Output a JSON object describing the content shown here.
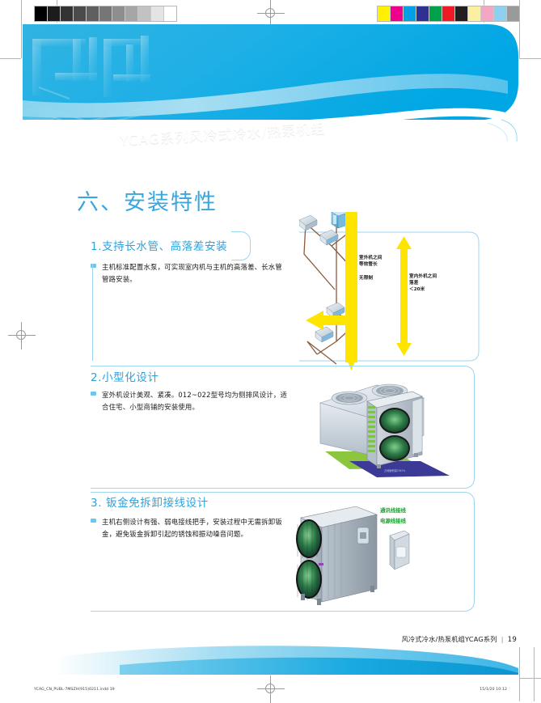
{
  "document": {
    "banner_title": "YCAG系列风冷式冷水/热泵机组",
    "page_heading": "六、安装特性"
  },
  "sections": [
    {
      "id": "long-pipe",
      "title": "1.支持长水管、高落差安装",
      "body": "主机标准配置水泵，可实现室内机与主机的高落差、长水管管路安装。",
      "diagram_labels": [
        "室外机之间\n等效管长",
        "无限制",
        "室内外机之间\n落差\n＜20米"
      ]
    },
    {
      "id": "compact-design",
      "title": "2.小型化设计",
      "body": "室外机设计美观、紧凑。012~022型号均为侧排风设计，适合住宅、小型商铺的安装使用。",
      "diagram_labels": []
    },
    {
      "id": "no-panel-removal-wiring",
      "title": "3. 钣金免拆卸接线设计",
      "body": "主机右侧设计有强、弱电接线把手，安装过程中无需拆卸钣金，避免钣金拆卸引起的锈蚀和振动噪音问题。",
      "diagram_labels": [
        "通讯线接线",
        "电源线接线"
      ]
    }
  ],
  "footer": {
    "text": "风冷式冷水/热泵机组YCAG系列",
    "separator": "|",
    "page_number": "19"
  },
  "print_marks": {
    "file_name": "YCAG_CN_PUBL-7MSZH(915)0211.indd   19",
    "timestamp": "15/1/20   10:12",
    "gray_swatches": [
      "#000000",
      "#1c1c1c",
      "#333333",
      "#4b4b4b",
      "#5f5f5f",
      "#767676",
      "#8e8e8e",
      "#a6a6a6",
      "#c2c2c2",
      "#e4e4e4",
      "#ffffff"
    ],
    "color_swatches": [
      "#fff200",
      "#ec008c",
      "#00a0e3",
      "#2e3192",
      "#00a14b",
      "#ed1c24",
      "#231f20",
      "#faf0a0",
      "#f4a7c3",
      "#8ed0f0",
      "#9a9a9a"
    ]
  },
  "theme": {
    "accent_blue": "#2aa3de",
    "heading_blue": "#3aa6dd",
    "panel_border": "#9ed6ef",
    "green": "#17a32e",
    "yellow_arrow": "#ffe400",
    "pipe_brown": "#8b5a3c"
  }
}
